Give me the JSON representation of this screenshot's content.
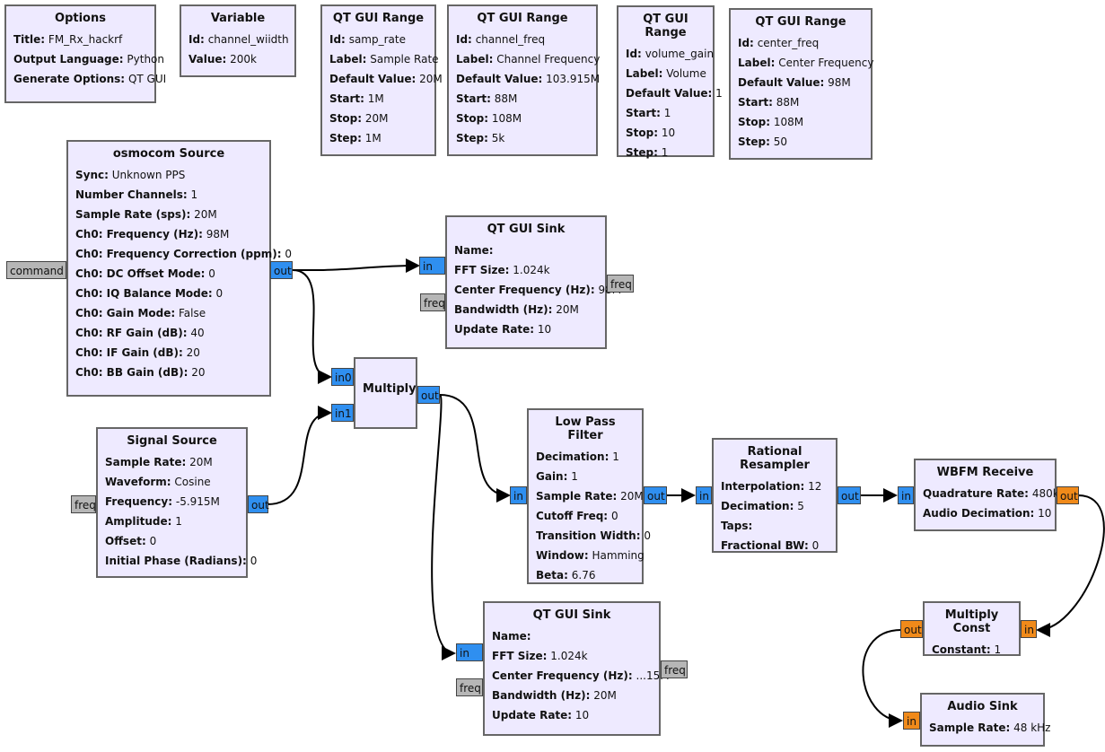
{
  "blocks": {
    "options": {
      "title": "Options",
      "params": [
        {
          "k": "Title:",
          "v": "FM_Rx_hackrf"
        },
        {
          "k": "Output Language:",
          "v": "Python"
        },
        {
          "k": "Generate Options:",
          "v": "QT GUI"
        }
      ]
    },
    "variable": {
      "title": "Variable",
      "params": [
        {
          "k": "Id:",
          "v": "channel_wiidth"
        },
        {
          "k": "Value:",
          "v": "200k"
        }
      ]
    },
    "range_samp": {
      "title": "QT GUI Range",
      "params": [
        {
          "k": "Id:",
          "v": "samp_rate"
        },
        {
          "k": "Label:",
          "v": "Sample Rate"
        },
        {
          "k": "Default Value:",
          "v": "20M"
        },
        {
          "k": "Start:",
          "v": "1M"
        },
        {
          "k": "Stop:",
          "v": "20M"
        },
        {
          "k": "Step:",
          "v": "1M"
        }
      ]
    },
    "range_chan": {
      "title": "QT GUI Range",
      "params": [
        {
          "k": "Id:",
          "v": "channel_freq"
        },
        {
          "k": "Label:",
          "v": "Channel Frequency"
        },
        {
          "k": "Default Value:",
          "v": "103.915M"
        },
        {
          "k": "Start:",
          "v": "88M"
        },
        {
          "k": "Stop:",
          "v": "108M"
        },
        {
          "k": "Step:",
          "v": "5k"
        }
      ]
    },
    "range_vol": {
      "title": "QT GUI Range",
      "params": [
        {
          "k": "Id:",
          "v": "volume_gain"
        },
        {
          "k": "Label:",
          "v": "Volume"
        },
        {
          "k": "Default Value:",
          "v": "1"
        },
        {
          "k": "Start:",
          "v": "1"
        },
        {
          "k": "Stop:",
          "v": "10"
        },
        {
          "k": "Step:",
          "v": "1"
        }
      ]
    },
    "range_center": {
      "title": "QT GUI Range",
      "params": [
        {
          "k": "Id:",
          "v": "center_freq"
        },
        {
          "k": "Label:",
          "v": "Center Frequency"
        },
        {
          "k": "Default Value:",
          "v": "98M"
        },
        {
          "k": "Start:",
          "v": "88M"
        },
        {
          "k": "Stop:",
          "v": "108M"
        },
        {
          "k": "Step:",
          "v": "50"
        }
      ]
    },
    "osmocom": {
      "title": "osmocom Source",
      "params": [
        {
          "k": "Sync:",
          "v": "Unknown PPS"
        },
        {
          "k": "Number Channels:",
          "v": "1"
        },
        {
          "k": "Sample Rate (sps):",
          "v": "20M"
        },
        {
          "k": "Ch0: Frequency (Hz):",
          "v": "98M"
        },
        {
          "k": "Ch0: Frequency Correction (ppm):",
          "v": "0"
        },
        {
          "k": "Ch0: DC Offset Mode:",
          "v": "0"
        },
        {
          "k": "Ch0: IQ Balance Mode:",
          "v": "0"
        },
        {
          "k": "Ch0: Gain Mode:",
          "v": "False"
        },
        {
          "k": "Ch0: RF Gain (dB):",
          "v": "40"
        },
        {
          "k": "Ch0: IF Gain (dB):",
          "v": "20"
        },
        {
          "k": "Ch0: BB Gain (dB):",
          "v": "20"
        }
      ]
    },
    "sink1": {
      "title": "QT GUI Sink",
      "params": [
        {
          "k": "Name:",
          "v": ""
        },
        {
          "k": "FFT Size:",
          "v": "1.024k"
        },
        {
          "k": "Center Frequency (Hz):",
          "v": "98M"
        },
        {
          "k": "Bandwidth (Hz):",
          "v": "20M"
        },
        {
          "k": "Update Rate:",
          "v": "10"
        }
      ]
    },
    "multiply": {
      "title": "Multiply",
      "params": []
    },
    "signal": {
      "title": "Signal Source",
      "params": [
        {
          "k": "Sample Rate:",
          "v": "20M"
        },
        {
          "k": "Waveform:",
          "v": "Cosine"
        },
        {
          "k": "Frequency:",
          "v": "-5.915M"
        },
        {
          "k": "Amplitude:",
          "v": "1"
        },
        {
          "k": "Offset:",
          "v": "0"
        },
        {
          "k": "Initial Phase (Radians):",
          "v": "0"
        }
      ]
    },
    "lpf": {
      "title": "Low Pass Filter",
      "params": [
        {
          "k": "Decimation:",
          "v": "1"
        },
        {
          "k": "Gain:",
          "v": "1"
        },
        {
          "k": "Sample Rate:",
          "v": "20M"
        },
        {
          "k": "Cutoff Freq:",
          "v": "0"
        },
        {
          "k": "Transition Width:",
          "v": "0"
        },
        {
          "k": "Window:",
          "v": "Hamming"
        },
        {
          "k": "Beta:",
          "v": "6.76"
        }
      ]
    },
    "resampler": {
      "title": "Rational Resampler",
      "params": [
        {
          "k": "Interpolation:",
          "v": "12"
        },
        {
          "k": "Decimation:",
          "v": "5"
        },
        {
          "k": "Taps:",
          "v": ""
        },
        {
          "k": "Fractional BW:",
          "v": "0"
        }
      ]
    },
    "wbfm": {
      "title": "WBFM Receive",
      "params": [
        {
          "k": "Quadrature Rate:",
          "v": "480k"
        },
        {
          "k": "Audio Decimation:",
          "v": "10"
        }
      ]
    },
    "sink2": {
      "title": "QT GUI Sink",
      "params": [
        {
          "k": "Name:",
          "v": ""
        },
        {
          "k": "FFT Size:",
          "v": "1.024k"
        },
        {
          "k": "Center Frequency (Hz):",
          "v": "...15M"
        },
        {
          "k": "Bandwidth (Hz):",
          "v": "20M"
        },
        {
          "k": "Update Rate:",
          "v": "10"
        }
      ]
    },
    "mulconst": {
      "title": "Multiply Const",
      "params": [
        {
          "k": "Constant:",
          "v": "1"
        }
      ]
    },
    "audio": {
      "title": "Audio Sink",
      "params": [
        {
          "k": "Sample Rate:",
          "v": "48 kHz"
        }
      ]
    }
  },
  "ports": {
    "osmo_command": "command",
    "osmo_out": "out",
    "sink1_in": "in",
    "sink1_freq_in": "freq",
    "sink1_freq_out": "freq",
    "mul_in0": "in0",
    "mul_in1": "in1",
    "mul_out": "out",
    "sig_freq": "freq",
    "sig_out": "out",
    "lpf_in": "in",
    "lpf_out": "out",
    "res_in": "in",
    "res_out": "out",
    "wbfm_in": "in",
    "wbfm_out": "out",
    "sink2_in": "in",
    "sink2_freq_in": "freq",
    "sink2_freq_out": "freq",
    "mc_out": "out",
    "mc_in": "in",
    "audio_in": "in"
  },
  "colors": {
    "block_bg": "#eeeaff",
    "complex_port": "#2f8ff0",
    "float_port": "#f08a1a",
    "message_port": "#b6b6b6"
  }
}
